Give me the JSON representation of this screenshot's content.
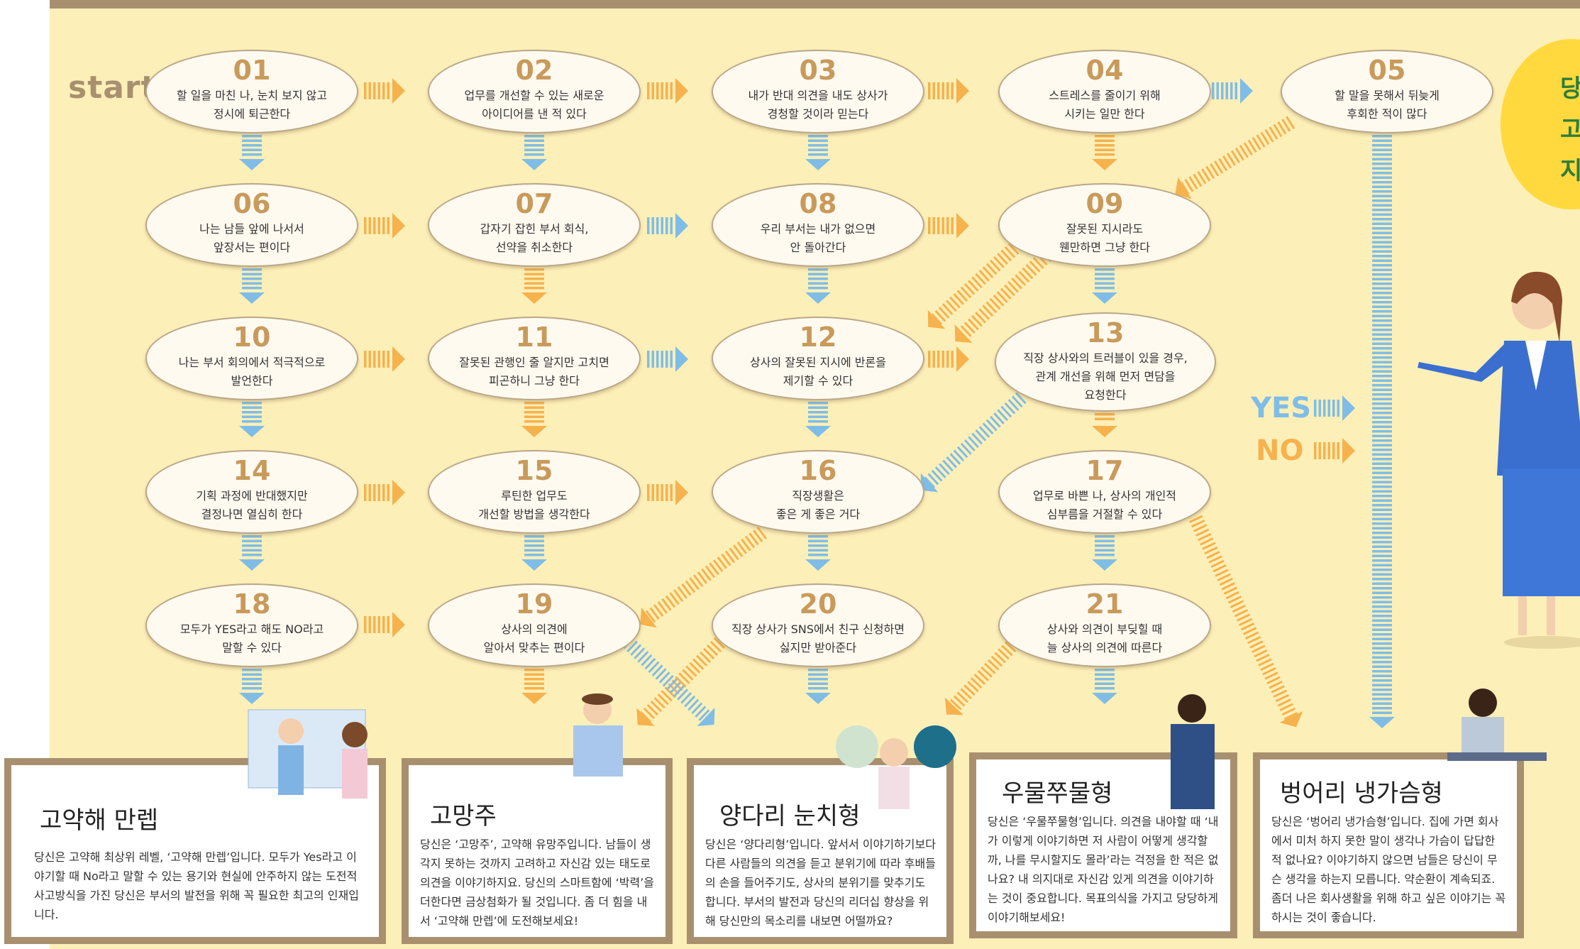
{
  "start_label": "start",
  "legend": {
    "yes": "YES",
    "no": "NO"
  },
  "speech_bubble": {
    "line1": "당",
    "line2": "고",
    "line3": "지"
  },
  "nodes": [
    {
      "num": "01",
      "text": "할 일을 마친 나, 눈치 보지 않고\n정시에 퇴근한다"
    },
    {
      "num": "02",
      "text": "업무를 개선할 수 있는 새로운\n아이디어를 낸 적 있다"
    },
    {
      "num": "03",
      "text": "내가 반대 의견을 내도 상사가\n경청할 것이라 믿는다"
    },
    {
      "num": "04",
      "text": "스트레스를 줄이기 위해\n시키는 일만 한다"
    },
    {
      "num": "05",
      "text": "할 말을 못해서 뒤늦게\n후회한 적이 많다"
    },
    {
      "num": "06",
      "text": "나는 남들 앞에 나서서\n앞장서는 편이다"
    },
    {
      "num": "07",
      "text": "갑자기 잡힌 부서 회식,\n선약을 취소한다"
    },
    {
      "num": "08",
      "text": "우리 부서는 내가 없으면\n안 돌아간다"
    },
    {
      "num": "09",
      "text": "잘못된 지시라도\n웬만하면 그냥 한다"
    },
    {
      "num": "10",
      "text": "나는 부서 회의에서 적극적으로\n발언한다"
    },
    {
      "num": "11",
      "text": "잘못된 관행인 줄 알지만 고치면\n피곤하니 그냥 한다"
    },
    {
      "num": "12",
      "text": "상사의 잘못된 지시에 반론을\n제기할 수 있다"
    },
    {
      "num": "13",
      "text": "직장 상사와의 트러블이 있을 경우,\n관계 개선을 위해 먼저 면담을\n요청한다"
    },
    {
      "num": "14",
      "text": "기획 과정에 반대했지만\n결정나면 열심히 한다"
    },
    {
      "num": "15",
      "text": "루틴한 업무도\n개선할 방법을 생각한다"
    },
    {
      "num": "16",
      "text": "직장생활은\n좋은 게 좋은 거다"
    },
    {
      "num": "17",
      "text": "업무로 바쁜 나, 상사의 개인적\n심부름을 거절할 수 있다"
    },
    {
      "num": "18",
      "text": "모두가 YES라고 해도 NO라고\n말할 수 있다"
    },
    {
      "num": "19",
      "text": "상사의 의견에\n알아서 맞추는 편이다"
    },
    {
      "num": "20",
      "text": "직장 상사가 SNS에서 친구 신청하면\n싫지만 받아준다"
    },
    {
      "num": "21",
      "text": "상사와 의견이 부딪힐 때\n늘 상사의 의견에 따른다"
    }
  ],
  "results": [
    {
      "title": "고약해 만렙",
      "desc": "당신은 고약해 최상위 레벨, ‘고약해 만렙’입니다. 모두가 Yes라고 이야기할 때 No라고 말할 수 있는 용기와 현실에 안주하지 않는 도전적 사고방식을 가진 당신은 부서의 발전을 위해 꼭 필요한 최고의 인재입니다."
    },
    {
      "title": "고망주",
      "desc": "당신은 ‘고망주’, 고약해 유망주입니다. 남들이 생각지 못하는 것까지 고려하고 자신감 있는 태도로 의견을 이야기하지요. 당신의 스마트함에 ‘박력’을 더한다면 금상첨화가 될 것입니다. 좀 더 힘을 내서 ‘고약해 만렙’에 도전해보세요!"
    },
    {
      "title": "양다리 눈치형",
      "desc": "당신은 ‘양다리형’입니다. 앞서서 이야기하기보다 다른 사람들의 의견을 듣고 분위기에 따라 후배들의 손을 들어주기도, 상사의 분위기를 맞추기도 합니다. 부서의 발전과 당신의 리더십 향상을 위해 당신만의 목소리를 내보면 어떨까요?"
    },
    {
      "title": "우물쭈물형",
      "desc": "당신은 ‘우물쭈물형’입니다. 의견을 내야할 때 ‘내가 이렇게 이야기하면 저 사람이 어떻게 생각할까, 나를 무시할지도 몰라’라는 걱정을 한 적은 없나요? 내 의지대로 자신감 있게 의견을 이야기하는 것이 중요합니다. 목표의식을 가지고 당당하게 이야기해보세요!"
    },
    {
      "title": "벙어리 냉가슴형",
      "desc": "당신은 ‘벙어리 냉가슴형’입니다. 집에 가면 회사에서 미처 하지 못한 말이 생각나 가슴이 답답한 적 없나요? 이야기하지 않으면 남들은 당신이 무슨 생각을 하는지 모릅니다. 약순환이 계속되죠. 좀더 나은 회사생활을 위해 하고 싶은 이야기는 꼭 하시는 것이 좋습니다."
    }
  ],
  "colors": {
    "yes": "#7fbde6",
    "no": "#f6b24d",
    "frame": "#a8906f",
    "background": "#fdefb8"
  }
}
